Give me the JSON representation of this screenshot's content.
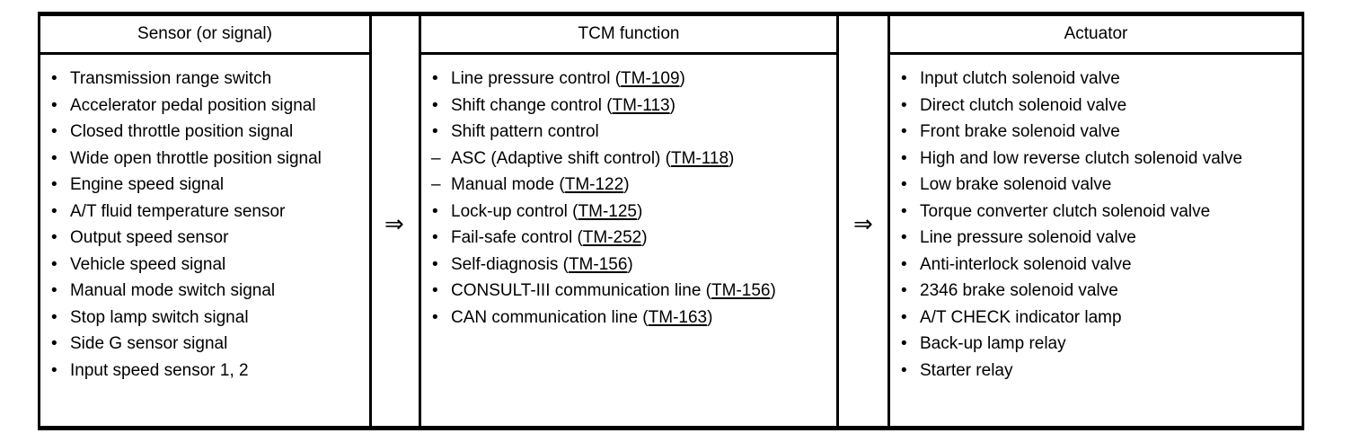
{
  "table": {
    "columns": [
      {
        "id": "sensor",
        "header": "Sensor (or signal)",
        "items": [
          {
            "marker": "•",
            "text": "Transmission range switch"
          },
          {
            "marker": "•",
            "text": "Accelerator pedal position signal"
          },
          {
            "marker": "•",
            "text": "Closed throttle position signal"
          },
          {
            "marker": "•",
            "text": "Wide open throttle position signal"
          },
          {
            "marker": "•",
            "text": "Engine speed signal"
          },
          {
            "marker": "•",
            "text": "A/T fluid temperature sensor"
          },
          {
            "marker": "•",
            "text": "Output speed sensor"
          },
          {
            "marker": "•",
            "text": "Vehicle speed signal"
          },
          {
            "marker": "•",
            "text": "Manual mode switch signal"
          },
          {
            "marker": "•",
            "text": "Stop lamp switch signal"
          },
          {
            "marker": "•",
            "text": "Side G sensor signal"
          },
          {
            "marker": "•",
            "text": "Input speed sensor 1, 2"
          }
        ]
      },
      {
        "id": "function",
        "header": "TCM function",
        "items": [
          {
            "marker": "•",
            "text": "Line pressure control (",
            "xref": "TM-109",
            "after": ")"
          },
          {
            "marker": "•",
            "text": "Shift change control (",
            "xref": "TM-113",
            "after": ")"
          },
          {
            "marker": "•",
            "text": "Shift pattern control"
          },
          {
            "marker": "–",
            "text": "ASC (Adaptive shift control) (",
            "xref": "TM-118",
            "after": ")"
          },
          {
            "marker": "–",
            "text": "Manual mode (",
            "xref": "TM-122",
            "after": ")"
          },
          {
            "marker": "•",
            "text": "Lock-up control (",
            "xref": "TM-125",
            "after": ")"
          },
          {
            "marker": "•",
            "text": "Fail-safe control (",
            "xref": "TM-252",
            "after": ")"
          },
          {
            "marker": "•",
            "text": "Self-diagnosis (",
            "xref": "TM-156",
            "after": ")"
          },
          {
            "marker": "•",
            "text": "CONSULT-III communication line (",
            "xref": "TM-156",
            "after": ")"
          },
          {
            "marker": "•",
            "text": "CAN communication line (",
            "xref": "TM-163",
            "after": ")"
          }
        ]
      },
      {
        "id": "actuator",
        "header": "Actuator",
        "items": [
          {
            "marker": "•",
            "text": "Input clutch solenoid valve"
          },
          {
            "marker": "•",
            "text": "Direct clutch solenoid valve"
          },
          {
            "marker": "•",
            "text": "Front brake solenoid valve"
          },
          {
            "marker": "•",
            "text": "High and low reverse clutch solenoid valve"
          },
          {
            "marker": "•",
            "text": "Low brake solenoid valve"
          },
          {
            "marker": "•",
            "text": "Torque converter clutch solenoid valve"
          },
          {
            "marker": "•",
            "text": "Line pressure solenoid valve"
          },
          {
            "marker": "•",
            "text": "Anti-interlock solenoid valve"
          },
          {
            "marker": "•",
            "text": "2346 brake solenoid valve"
          },
          {
            "marker": "•",
            "text": "A/T CHECK indicator lamp"
          },
          {
            "marker": "•",
            "text": "Back-up lamp relay"
          },
          {
            "marker": "•",
            "text": "Starter relay"
          }
        ]
      }
    ],
    "connectors": [
      {
        "id": "sensor-to-function",
        "glyph": "⇒"
      },
      {
        "id": "function-to-actuator",
        "glyph": "⇒"
      }
    ]
  }
}
